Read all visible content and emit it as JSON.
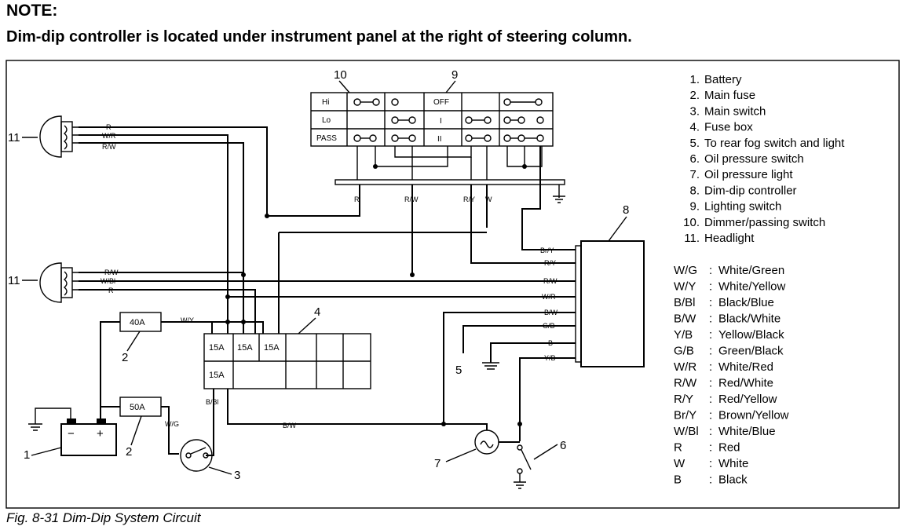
{
  "note": {
    "title": "NOTE:",
    "text": "Dim-dip controller is located under instrument panel at the right of steering column."
  },
  "caption": "Fig. 8-31  Dim-Dip System Circuit",
  "parts_legend": [
    {
      "num": "1.",
      "name": "Battery"
    },
    {
      "num": "2.",
      "name": "Main fuse"
    },
    {
      "num": "3.",
      "name": "Main switch"
    },
    {
      "num": "4.",
      "name": "Fuse box"
    },
    {
      "num": "5.",
      "name": "To rear fog switch  and light"
    },
    {
      "num": "6.",
      "name": "Oil pressure switch"
    },
    {
      "num": "7.",
      "name": "Oil pressure light"
    },
    {
      "num": "8.",
      "name": "Dim-dip controller"
    },
    {
      "num": "9.",
      "name": "Lighting switch"
    },
    {
      "num": "10.",
      "name": "Dimmer/passing switch"
    },
    {
      "num": "11.",
      "name": "Headlight"
    }
  ],
  "color_legend": [
    {
      "code": "W/G",
      "name": "White/Green"
    },
    {
      "code": "W/Y",
      "name": "White/Yellow"
    },
    {
      "code": "B/Bl",
      "name": "Black/Blue"
    },
    {
      "code": "B/W",
      "name": "Black/White"
    },
    {
      "code": "Y/B",
      "name": "Yellow/Black"
    },
    {
      "code": "G/B",
      "name": "Green/Black"
    },
    {
      "code": "W/R",
      "name": "White/Red"
    },
    {
      "code": "R/W",
      "name": "Red/White"
    },
    {
      "code": "R/Y",
      "name": "Red/Yellow"
    },
    {
      "code": "Br/Y",
      "name": "Brown/Yellow"
    },
    {
      "code": "W/Bl",
      "name": "White/Blue"
    },
    {
      "code": "R",
      "name": "Red"
    },
    {
      "code": "W",
      "name": "White"
    },
    {
      "code": "B",
      "name": "Black"
    }
  ],
  "switch_labels": {
    "dimmer_rows": [
      "Hi",
      "Lo",
      "PASS"
    ],
    "lighting_rows": [
      "OFF",
      "I",
      "II"
    ]
  },
  "fuses": {
    "main_40": "40A",
    "main_50": "50A",
    "box_f1": "15A",
    "box_f2": "15A",
    "box_f3": "15A",
    "box_f4": "15A"
  },
  "component_numbers": {
    "battery": "1",
    "fuse_40": "2",
    "fuse_50": "2",
    "main_switch": "3",
    "fuse_box": "4",
    "rear_fog": "5",
    "oil_switch": "6",
    "oil_light": "7",
    "controller": "8",
    "lighting_switch": "9",
    "dimmer_switch": "10",
    "headlight_upper": "11",
    "headlight_lower": "11"
  },
  "battery_terminals": {
    "neg": "−",
    "pos": "+"
  },
  "wire_labels": {
    "hl1_r": "R",
    "hl1_wr": "W/R",
    "hl1_rw": "R/W",
    "hl2_rw": "R/W",
    "hl2_wbl": "W/Bl",
    "hl2_r": "R",
    "bus_r": "R",
    "bus_rw": "R/W",
    "bus_ry": "R/Y",
    "bus_w": "W",
    "ctl_bry": "Br/Y",
    "ctl_ry": "R/Y",
    "ctl_rw": "R/W",
    "ctl_wr": "W/R",
    "ctl_bw": "B/W",
    "ctl_gb": "G/B",
    "ctl_b": "B",
    "ctl_yb": "Y/B",
    "fuse_wy": "W/Y",
    "fuse_wg": "W/G",
    "box_bbl": "B/Bl",
    "bottom_bw": "B/W"
  }
}
